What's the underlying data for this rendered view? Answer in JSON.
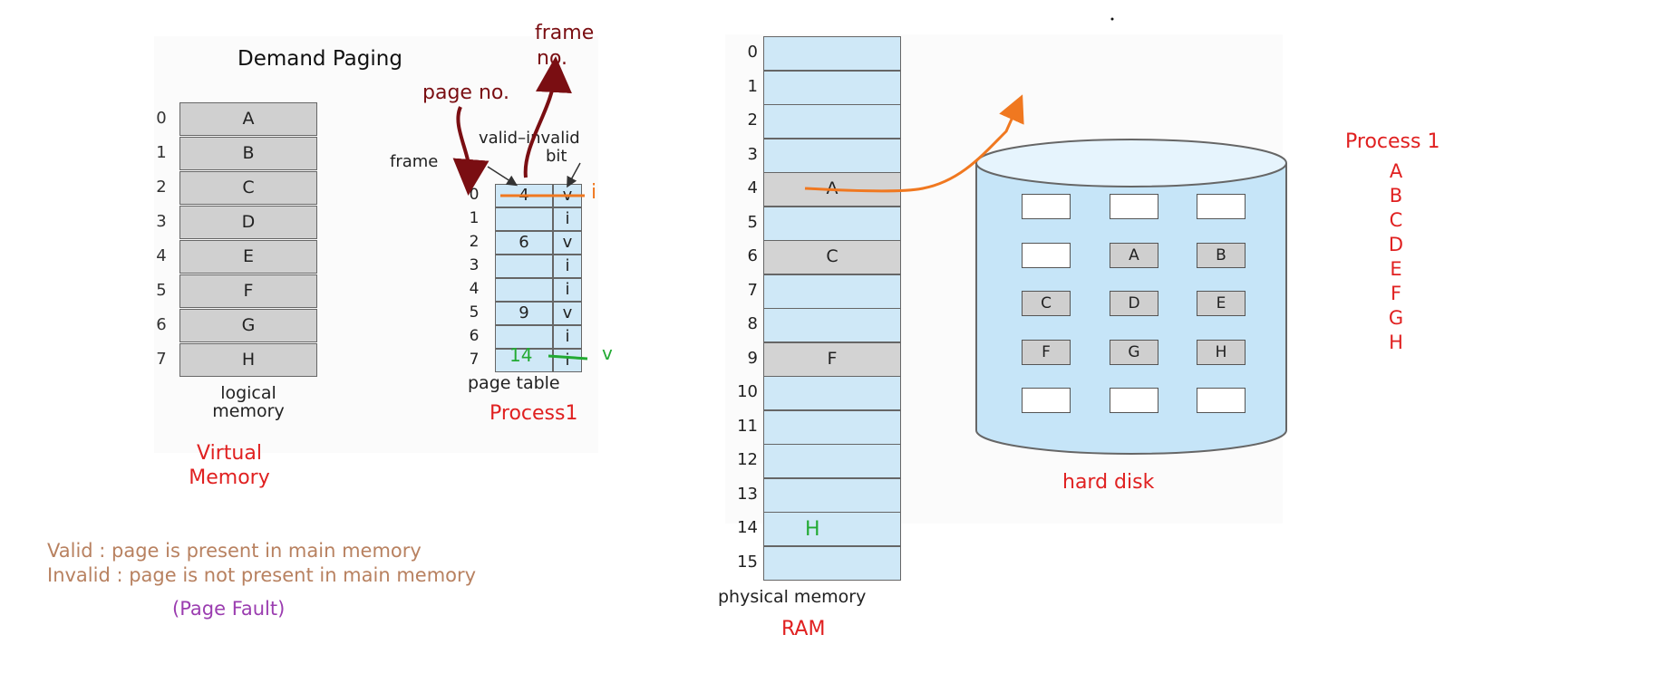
{
  "title": "Demand Paging",
  "logical_memory": {
    "label_line1": "logical",
    "label_line2": "memory",
    "indices": [
      "0",
      "1",
      "2",
      "3",
      "4",
      "5",
      "6",
      "7"
    ],
    "pages": [
      "A",
      "B",
      "C",
      "D",
      "E",
      "F",
      "G",
      "H"
    ]
  },
  "virtual_memory_label_1": "Virtual",
  "virtual_memory_label_2": "Memory",
  "page_table": {
    "frame_label": "frame",
    "valid_invalid_label_1": "valid–invalid",
    "valid_invalid_label_2": "bit",
    "caption": "page table",
    "indices": [
      "0",
      "1",
      "2",
      "3",
      "4",
      "5",
      "6",
      "7"
    ],
    "frames": [
      "4",
      "",
      "6",
      "",
      "",
      "9",
      "",
      ""
    ],
    "bits": [
      "v",
      "i",
      "v",
      "i",
      "i",
      "v",
      "i",
      "i"
    ]
  },
  "annotations": {
    "page_no": "page no.",
    "frame_no_1": "frame",
    "frame_no_2": "no.",
    "process1_label": "Process1",
    "row0_new_bit": "i",
    "row7_new_frame": "14",
    "row7_new_bit": "v",
    "ram_row14_page": "H"
  },
  "physical_memory": {
    "caption": "physical memory",
    "ram_label": "RAM",
    "indices": [
      "0",
      "1",
      "2",
      "3",
      "4",
      "5",
      "6",
      "7",
      "8",
      "9",
      "10",
      "11",
      "12",
      "13",
      "14",
      "15"
    ],
    "contents": [
      "",
      "",
      "",
      "",
      "A",
      "",
      "C",
      "",
      "",
      "F",
      "",
      "",
      "",
      "",
      "",
      ""
    ]
  },
  "hard_disk": {
    "label": "hard disk",
    "grid": [
      "",
      "",
      "",
      "",
      "A",
      "B",
      "C",
      "D",
      "E",
      "F",
      "G",
      "H",
      "",
      "",
      ""
    ]
  },
  "process_list": {
    "title": "Process 1",
    "pages": [
      "A",
      "B",
      "C",
      "D",
      "E",
      "F",
      "G",
      "H"
    ]
  },
  "legend": {
    "valid": "Valid : page is present in main memory",
    "invalid": "Invalid : page is not present in main memory",
    "page_fault": "(Page Fault)"
  },
  "colors": {
    "cell_blue": "#cfe8f7",
    "cell_gray": "#d3d3d3",
    "annot_red": "#e02020",
    "annot_maroon": "#7a0e12",
    "annot_orange": "#f07820",
    "annot_green": "#22aa33"
  }
}
